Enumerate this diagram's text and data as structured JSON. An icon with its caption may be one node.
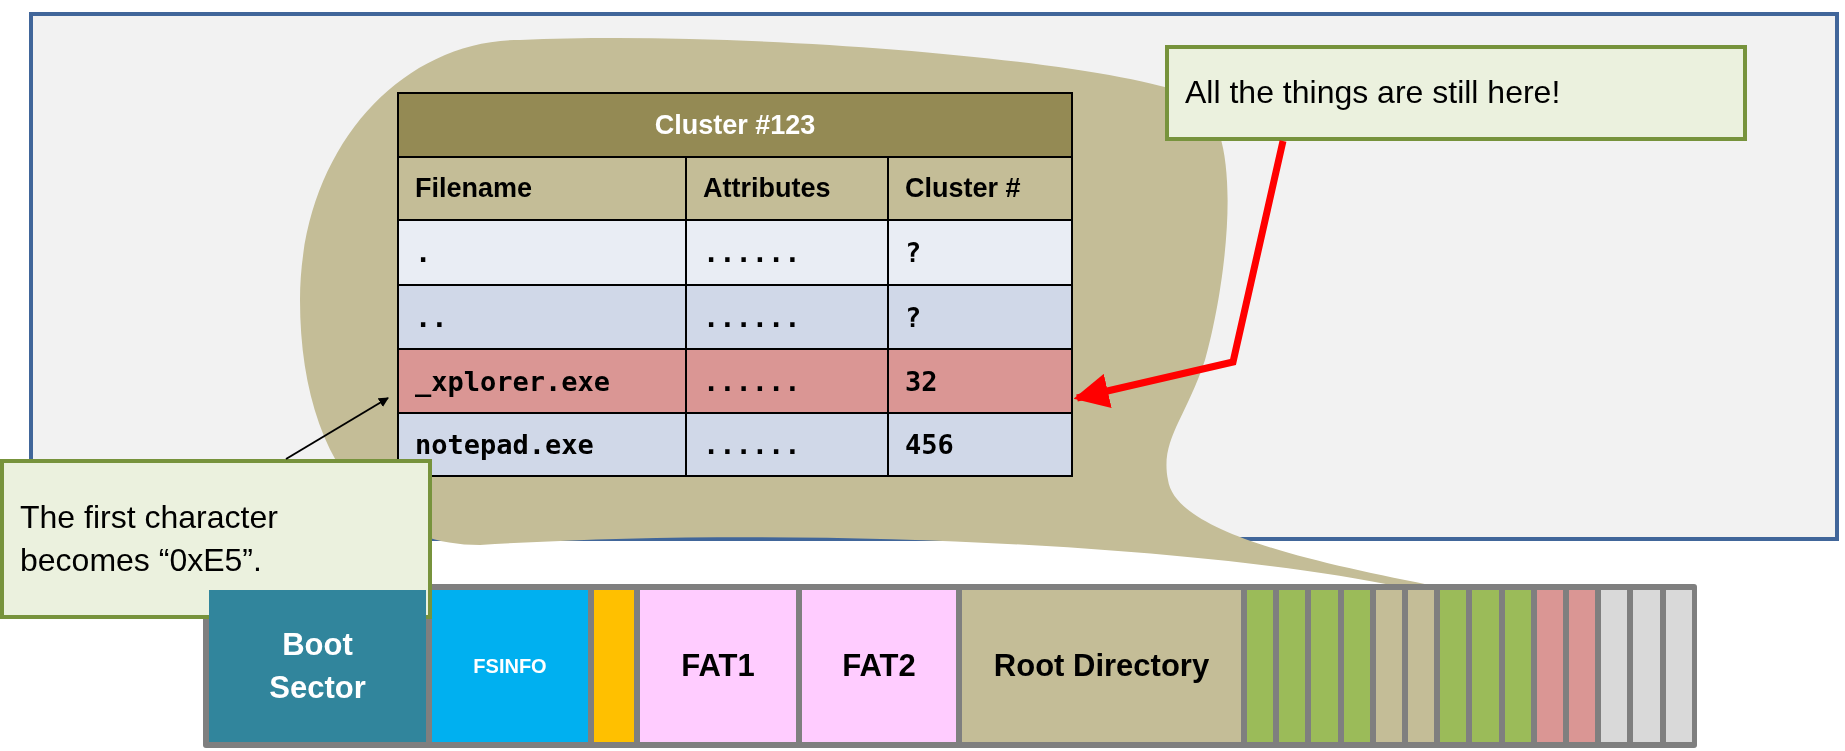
{
  "diagram": {
    "nodes": [
      {
        "text": [
          "All the things are still here!"
        ]
      },
      {
        "text": [
          "_xplorer.exe",
          "......",
          "32"
        ]
      },
      {
        "text": [
          "The first character becomes “0xE5”."
        ]
      },
      {
        "text": [
          "Boot Sector"
        ]
      },
      {
        "text": [
          "FSINFO"
        ]
      },
      {
        "text": [],
        "shape": "box"
      },
      {
        "text": [
          "FAT1"
        ]
      },
      {
        "text": [
          "FAT2"
        ]
      },
      {
        "text": [
          "Root Directory"
        ]
      },
      {
        "text": [],
        "shape": "box"
      },
      {
        "text": [],
        "shape": "box"
      },
      {
        "text": [],
        "shape": "box"
      },
      {
        "text": [],
        "shape": "box"
      },
      {
        "text": [],
        "shape": "box"
      },
      {
        "text": [],
        "shape": "box"
      },
      {
        "text": [],
        "shape": "box"
      },
      {
        "text": [],
        "shape": "box"
      },
      {
        "text": [],
        "shape": "box"
      },
      {
        "text": [],
        "shape": "box"
      },
      {
        "text": [],
        "shape": "box"
      },
      {
        "text": [],
        "shape": "box"
      },
      {
        "text": [],
        "shape": "box"
      },
      {
        "text": [],
        "shape": "box"
      }
    ],
    "edges": [
      {
        "from": 0,
        "to": 1,
        "arrow": "to",
        "style": "thick",
        "color": "#ff0000"
      },
      {
        "from": 2,
        "to": 1,
        "arrow": "to",
        "color": "#000000"
      }
    ],
    "labels": [
      "Cluster #123",
      "Filename",
      "Attributes",
      "Cluster #",
      ".",
      "......",
      "?",
      "..",
      "......",
      "?",
      "notepad.exe",
      "......",
      "456"
    ]
  }
}
